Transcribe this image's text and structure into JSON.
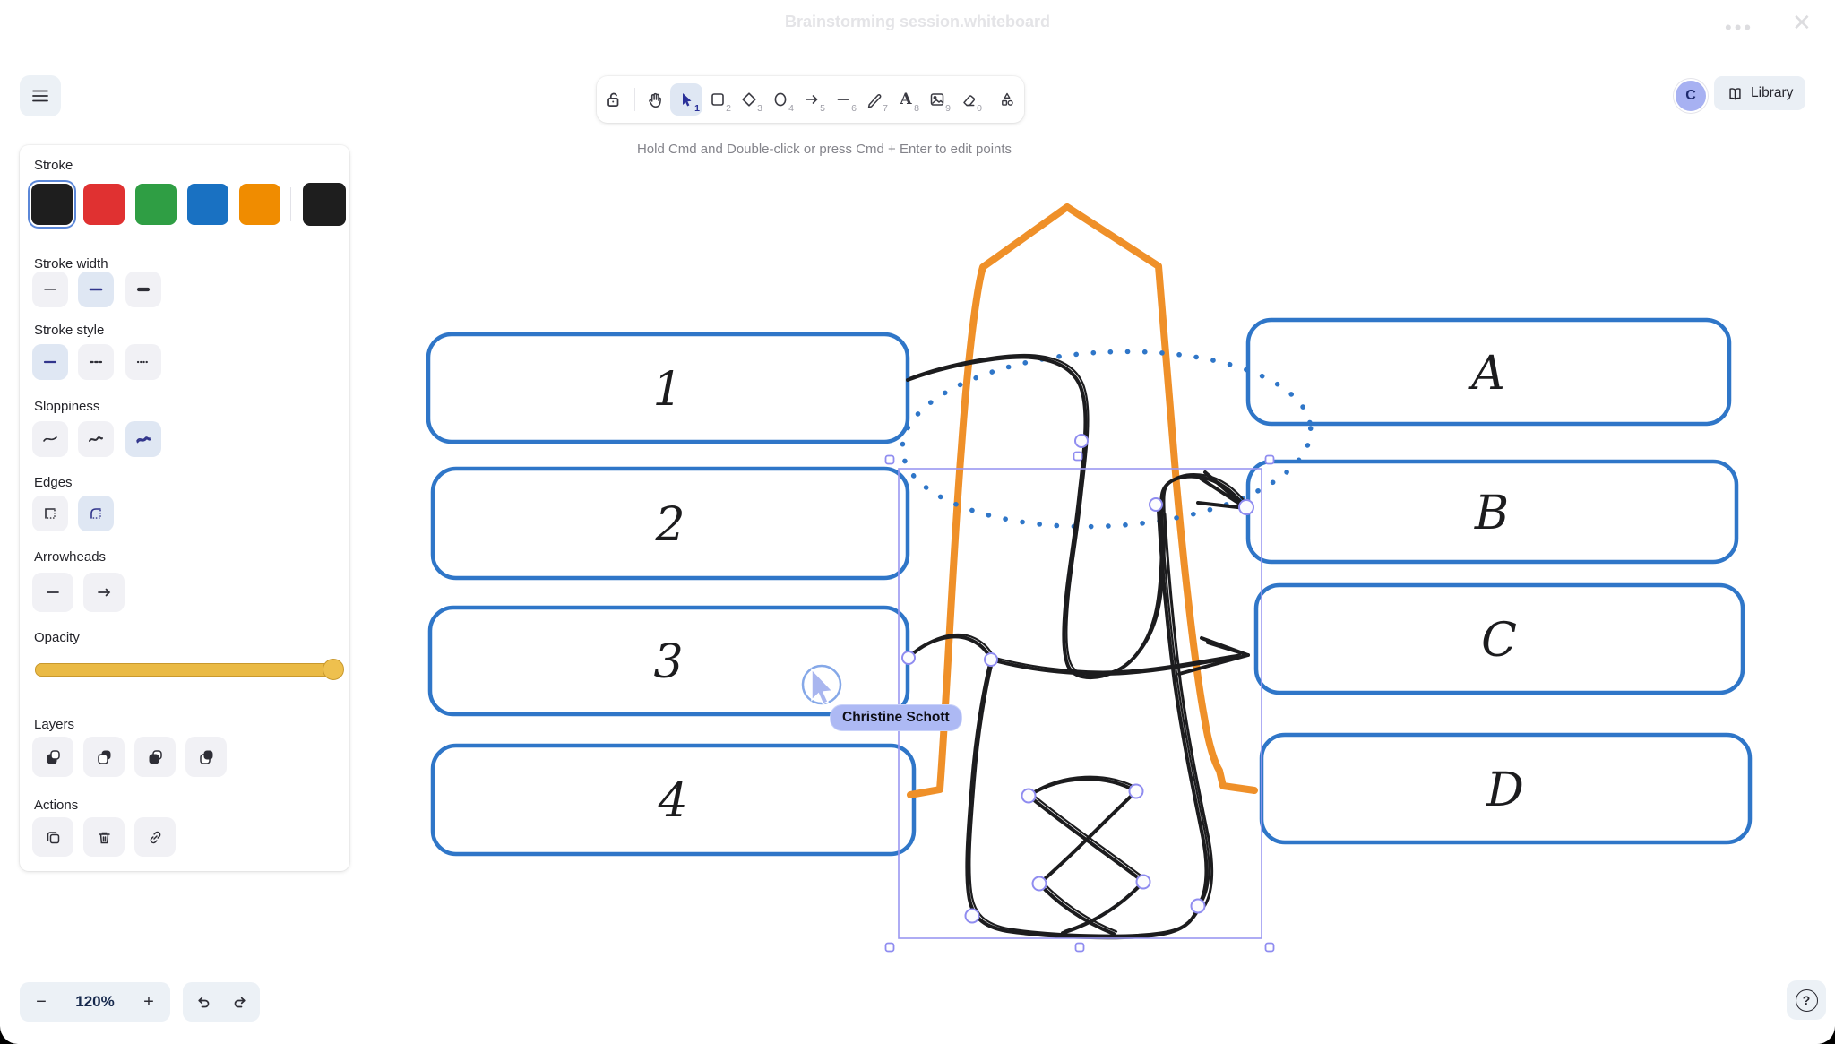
{
  "window": {
    "title": "Brainstorming session.whiteboard",
    "menu_dots": "•••",
    "close_glyph": "✕"
  },
  "toolbar": {
    "hint": "Hold Cmd and Double-click or press Cmd + Enter to edit points",
    "tools": [
      {
        "name": "lock",
        "shortcut": "",
        "active": false
      },
      {
        "name": "hand",
        "shortcut": "",
        "active": false
      },
      {
        "name": "selection",
        "shortcut": "1",
        "active": true
      },
      {
        "name": "rectangle",
        "shortcut": "2",
        "active": false
      },
      {
        "name": "diamond",
        "shortcut": "3",
        "active": false
      },
      {
        "name": "ellipse",
        "shortcut": "4",
        "active": false
      },
      {
        "name": "arrow",
        "shortcut": "5",
        "active": false
      },
      {
        "name": "line",
        "shortcut": "6",
        "active": false
      },
      {
        "name": "draw",
        "shortcut": "7",
        "active": false
      },
      {
        "name": "text",
        "shortcut": "8",
        "active": false
      },
      {
        "name": "image",
        "shortcut": "9",
        "active": false
      },
      {
        "name": "eraser",
        "shortcut": "0",
        "active": false
      },
      {
        "name": "more-tools",
        "shortcut": "",
        "active": false
      }
    ],
    "text_tool_glyph": "A"
  },
  "header": {
    "avatar_initial": "C",
    "library_label": "Library"
  },
  "panel": {
    "stroke": {
      "label": "Stroke",
      "colors": [
        "#1e1e1e",
        "#e03131",
        "#2f9e44",
        "#1971c2",
        "#f08c00"
      ],
      "current": "#1e1e1e",
      "selected_index": 0
    },
    "stroke_width": {
      "label": "Stroke width",
      "options": [
        "thin",
        "bold",
        "extra-bold"
      ],
      "selected": "bold"
    },
    "stroke_style": {
      "label": "Stroke style",
      "options": [
        "solid",
        "dashed",
        "dotted"
      ],
      "selected": "solid"
    },
    "sloppiness": {
      "label": "Sloppiness",
      "options": [
        "architect",
        "artist",
        "cartoonist"
      ],
      "selected": "cartoonist"
    },
    "edges": {
      "label": "Edges",
      "options": [
        "sharp",
        "round"
      ],
      "selected": "round"
    },
    "arrowheads": {
      "label": "Arrowheads",
      "options": [
        "none",
        "arrow"
      ]
    },
    "opacity": {
      "label": "Opacity",
      "value": 100
    },
    "layers": {
      "label": "Layers",
      "options": [
        "send-to-back",
        "send-backward",
        "bring-forward",
        "bring-to-front"
      ]
    },
    "actions": {
      "label": "Actions",
      "options": [
        "duplicate",
        "delete",
        "link"
      ]
    }
  },
  "canvas": {
    "left_boxes": [
      "1",
      "2",
      "3",
      "4"
    ],
    "right_boxes": [
      "A",
      "B",
      "C",
      "D"
    ],
    "collaborator": {
      "name": "Christine Schott"
    }
  },
  "footer": {
    "zoom_level": "120%"
  },
  "colors": {
    "shape_blue": "#2f76c8",
    "ink_black": "#1c1c1e",
    "orange": "#ef9029",
    "selection_purple": "#928fee",
    "active_tool_bg": "#dfe7f3",
    "slider_gold": "#eaba45",
    "collab_pill": "#adb9f4"
  }
}
